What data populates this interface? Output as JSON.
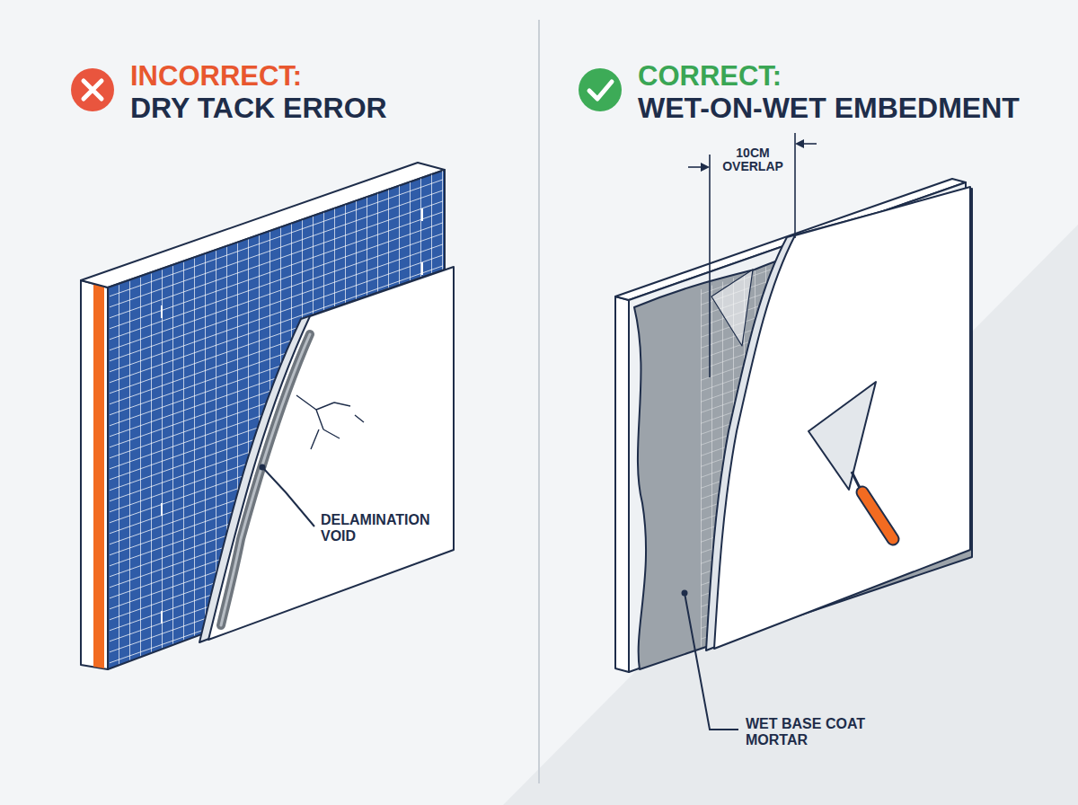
{
  "diagram": {
    "labels": [
      "INCORRECT:",
      "DRY TACK ERROR",
      "DELAMINATION VOID",
      "CORRECT:",
      "WET-ON-WET EMBEDMENT",
      "10CM OVERLAP",
      "WET BASE COAT MORTAR"
    ]
  }
}
